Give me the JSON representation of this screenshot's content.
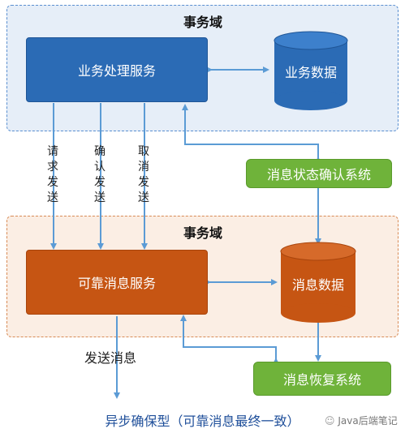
{
  "top_domain": {
    "title": "事务域"
  },
  "bottom_domain": {
    "title": "事务域"
  },
  "business_service": {
    "label": "业务处理服务"
  },
  "business_data": {
    "label": "业务数据"
  },
  "status_confirm": {
    "label": "消息状态确认系统"
  },
  "reliable_service": {
    "label": "可靠消息服务"
  },
  "message_data": {
    "label": "消息数据"
  },
  "recovery": {
    "label": "消息恢复系统"
  },
  "arrows": {
    "request_send": "请求发送",
    "confirm_send": "确认发送",
    "cancel_send": "取消发送",
    "send_message": "发送消息"
  },
  "caption": "异步确保型（可靠消息最终一致）",
  "watermark": "Java后端笔记",
  "colors": {
    "blue": "#2b6bb5",
    "orange": "#c65513",
    "green": "#6fb33a",
    "arrow": "#5b9bd5"
  }
}
